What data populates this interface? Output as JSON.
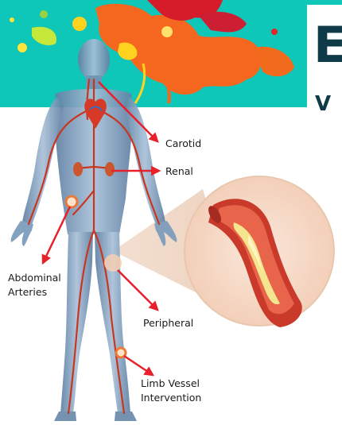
{
  "header": {
    "title_fragment": "E",
    "subtitle_fragment": "V"
  },
  "labels": {
    "carotid": "Carotid",
    "renal": "Renal",
    "abdominal_line1": "Abdominal",
    "abdominal_line2": "Arteries",
    "peripheral": "Peripheral",
    "limb_line1": "Limb Vessel",
    "limb_line2": "Intervention"
  },
  "colors": {
    "banner_teal": "#0fc7b8",
    "arrow_red": "#e8202a",
    "body_blue": "#7a9bbb",
    "vessel_red": "#c8361f",
    "plaque_yellow": "#f6e58f",
    "heading_dark": "#0f3a47"
  }
}
